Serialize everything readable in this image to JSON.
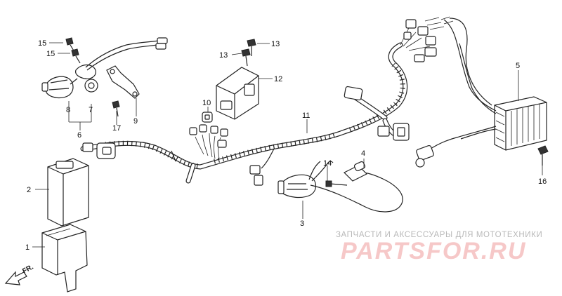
{
  "callouts": {
    "c1": "1",
    "c2": "2",
    "c3": "3",
    "c4": "4",
    "c5": "5",
    "c6": "6",
    "c7": "7",
    "c8": "8",
    "c9": "9",
    "c10": "10",
    "c11": "11",
    "c12": "12",
    "c13a": "13",
    "c13b": "13",
    "c14": "14",
    "c15a": "15",
    "c15b": "15",
    "c16": "16",
    "c17": "17"
  },
  "direction_label": "FR.",
  "watermark": {
    "tagline": "ЗАПЧАСТИ И АКСЕССУАРЫ ДЛЯ МОТОТЕХНИКИ",
    "logo": "PARTSFOR.RU"
  }
}
